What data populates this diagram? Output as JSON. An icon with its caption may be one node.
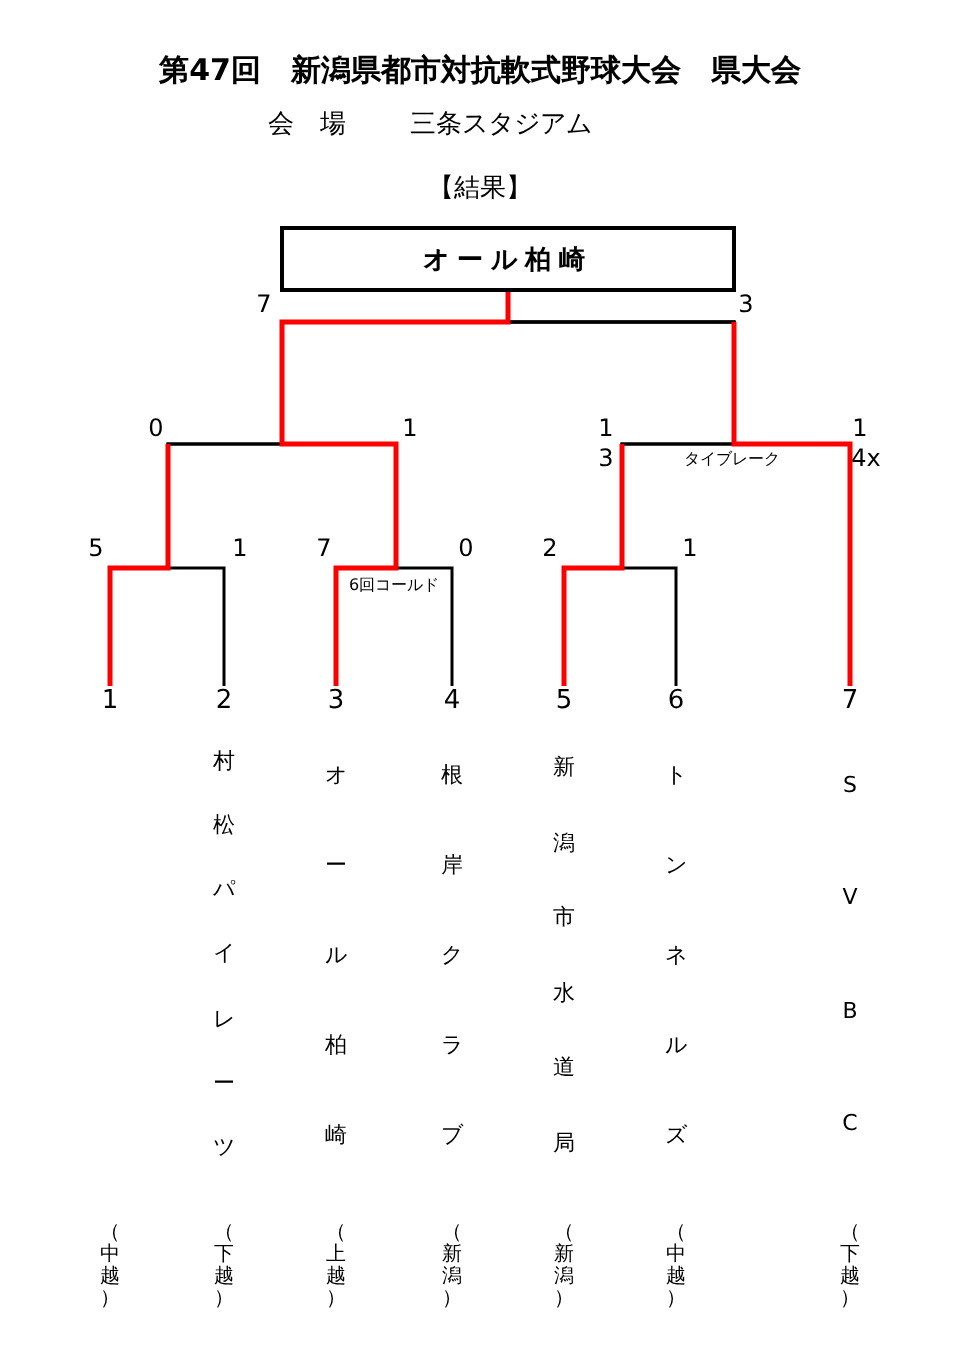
{
  "diagram": {
    "title": "第47回　新潟県都市対抗軟式野球大会　県大会",
    "nodes": [
      {
        "text": [
          "オール柏崎"
        ]
      },
      {
        "text": [
          "1",
          "（中越）"
        ]
      },
      {
        "text": [
          "2",
          "村松パイレーツ",
          "（下越）"
        ]
      },
      {
        "text": [
          "3",
          "オール柏崎",
          "（上越）"
        ]
      },
      {
        "text": [
          "4",
          "根岸クラブ",
          "（新潟）"
        ]
      },
      {
        "text": [
          "5",
          "新潟市水道局",
          "（新潟）"
        ]
      },
      {
        "text": [
          "6",
          "トンネルズ",
          "（中越）"
        ]
      },
      {
        "text": [
          "7",
          "SVBC",
          "（下越）"
        ]
      }
    ],
    "edges": [
      {
        "from": 1,
        "to": 0,
        "arrow": "none"
      },
      {
        "from": 2,
        "to": 0,
        "arrow": "none"
      },
      {
        "from": 3,
        "to": 0,
        "arrow": "none",
        "color": "#ff0000"
      },
      {
        "from": 4,
        "to": 0,
        "arrow": "none"
      },
      {
        "from": 5,
        "to": 0,
        "arrow": "none"
      },
      {
        "from": 6,
        "to": 0,
        "arrow": "none"
      },
      {
        "from": 7,
        "to": 0,
        "arrow": "none"
      }
    ],
    "labels": [
      "会　場",
      "三条スタジアム",
      "【結果】",
      "7",
      "3",
      "0",
      "1",
      "1",
      "1",
      "3",
      "タイブレーク",
      "4x",
      "5",
      "1",
      "7",
      "0",
      "2",
      "1",
      "6回コールド"
    ]
  }
}
